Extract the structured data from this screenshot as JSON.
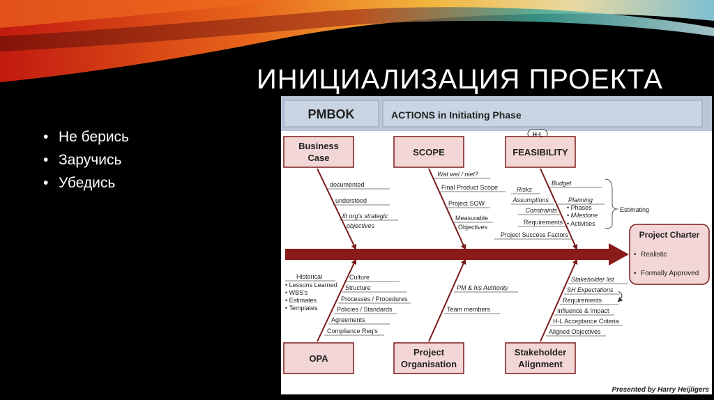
{
  "slide": {
    "title": "ИНИЦИАЛИЗАЦИЯ ПРОЕКТА",
    "bullets": [
      "Не берись",
      "Заручись",
      "Убедись"
    ]
  },
  "diagram": {
    "header": {
      "left": "PMBOK",
      "right": "ACTIONS in Initiating Phase"
    },
    "hl_badge": "H-L",
    "boxes": {
      "business_case": [
        "Business",
        "Case"
      ],
      "scope": "SCOPE",
      "feasibility": "FEASIBILITY",
      "opa": "OPA",
      "project_org": [
        "Project",
        "Organisation"
      ],
      "stakeholder": [
        "Stakeholder",
        "Alignment"
      ]
    },
    "business_items": [
      "documented",
      "understood",
      "fit org's strategic",
      "objectives"
    ],
    "scope_items": [
      "Wat wel / niet?",
      "Final Product Scope",
      "Project SOW",
      "Measurable",
      "Objectives"
    ],
    "feasibility_left": [
      "Risks",
      "Assumptions",
      "Constraints",
      "Requirements",
      "Project Success Factors"
    ],
    "feasibility_right": [
      "Budget",
      "Planning",
      "• Phases",
      "• Milestone",
      "• Activities"
    ],
    "estimating": "Estimating",
    "charter": {
      "title": "Project Charter",
      "items": [
        "Realistic",
        "Formally Approved"
      ]
    },
    "opa_left": [
      "Historical",
      "• Lessons Learned",
      "• WBS's",
      "• Estimates",
      "• Templates"
    ],
    "opa_items": [
      "Culture",
      "Structure",
      "Processes / Procedures",
      "Policies / Standards",
      "Agreements",
      "Compliance Req's"
    ],
    "org_items": [
      "PM & his Authority",
      "Team members"
    ],
    "stake_items": [
      "Stakeholder list",
      "SH Expectations",
      "Requirements",
      "Influence & Impact",
      "H-L Acceptance Criteria",
      "Aligned Objectives"
    ],
    "footer": "Presented by Harry Heijligers"
  }
}
